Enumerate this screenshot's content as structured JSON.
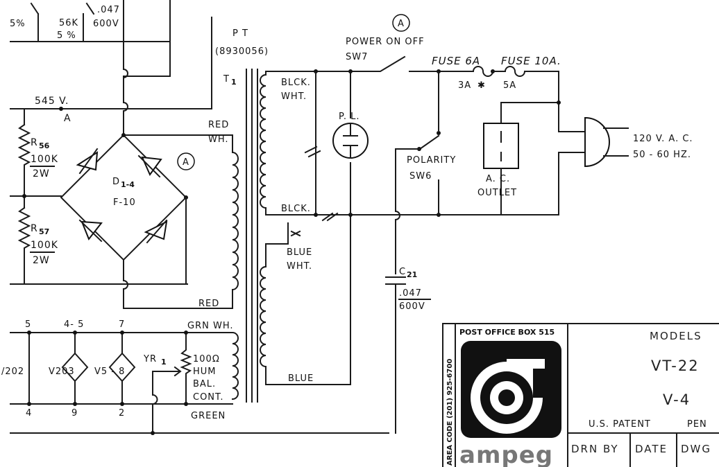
{
  "top": {
    "pct_left": "5%",
    "res_56k": "56K",
    "pct_5": "5 %",
    "cap_top_val": ".047",
    "cap_top_volt": "600V"
  },
  "power_transformer": {
    "label_pt": "P T",
    "part_no": "(8930056)",
    "ref": "T",
    "ref_sub": "1"
  },
  "rail": {
    "voltage": "545 V.",
    "node": "A"
  },
  "resistors": {
    "r56_ref": "R",
    "r56_sub": "56",
    "r56_val": "100K",
    "r56_watt": "2W",
    "r57_ref": "R",
    "r57_sub": "57",
    "r57_val": "100K",
    "r57_watt": "2W"
  },
  "bridge": {
    "ref": "D",
    "ref_sub": "1-4",
    "type": "F-10",
    "marker": "A"
  },
  "winding_labels": {
    "red_top": "RED",
    "red_wh": "WH.",
    "red_bottom": "RED",
    "blck_wht": "BLCK.",
    "blck_wht2": "WHT.",
    "blck": "BLCK.",
    "blue_wht": "BLUE",
    "blue_wht2": "WHT.",
    "blue": "BLUE",
    "grn_wh": "GRN WH.",
    "green": "GREEN"
  },
  "pilot_lamp": {
    "label": "P. L."
  },
  "power_switch": {
    "marker": "A",
    "label": "POWER  ON  OFF",
    "ref": "SW7"
  },
  "fuses": {
    "fuse1": "FUSE 6A",
    "fuse1_alt": "3A",
    "fuse2": "FUSE 10A.",
    "fuse2_alt": "5A"
  },
  "polarity": {
    "label": "POLARITY",
    "ref": "SW6"
  },
  "outlet": {
    "line1": "A.  C.",
    "line2": "OUTLET"
  },
  "mains": {
    "voltage": "120 V. A. C.",
    "freq": "50 - 60  HZ."
  },
  "cap_c21": {
    "ref": "C",
    "ref_sub": "21",
    "value": ".047",
    "voltage": "600V"
  },
  "heaters": {
    "pin5": "5",
    "pin45": "4- 5",
    "pin7": "7",
    "pin4": "4",
    "pin9": "9",
    "pin2": "2",
    "v202": "/202",
    "v203": "V203",
    "v58": "V5 - 8",
    "yr": "YR",
    "yr_sub": "1",
    "hum1": "100Ω",
    "hum2": "HUM",
    "hum3": "BAL.",
    "hum4": "CONT."
  },
  "title_block": {
    "po_box": "POST OFFICE BOX 515",
    "area_code": "AREA CODE (201) 925-6700",
    "brand": "ampeg",
    "models": "MODELS",
    "model1": "VT-22",
    "model2": "V-4",
    "patent": "U.S.  PATENT",
    "pen": "PEN",
    "drn_by": "DRN BY",
    "date": "DATE",
    "dwg": "DWG"
  }
}
